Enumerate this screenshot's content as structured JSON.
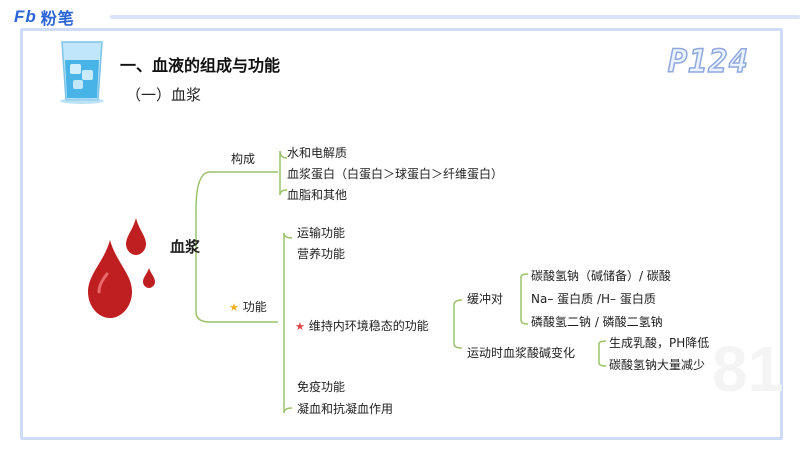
{
  "brand": {
    "logo_mark": "Fb",
    "logo_text": "粉笔"
  },
  "header": {
    "title": "一、血液的组成与功能",
    "subtitle": "（一）血浆",
    "page": "P124"
  },
  "watermark": "81",
  "mindmap": {
    "root": "血浆",
    "composition": {
      "label": "构成",
      "items": [
        "水和电解质",
        "血浆蛋白（白蛋白＞球蛋白＞纤维蛋白）",
        "血脂和其他"
      ]
    },
    "function": {
      "star": "★",
      "label": "功能",
      "items_top": [
        "运输功能",
        "营养功能"
      ],
      "homeostasis": {
        "star": "★",
        "label": "维持内环境稳态的功能",
        "buffer": {
          "label": "缓冲对",
          "items": [
            "碳酸氢钠（碱储备）/ 碳酸",
            "Na– 蛋白质 /H– 蛋白质",
            "磷酸氢二钠 / 磷酸二氢钠"
          ]
        },
        "exercise": {
          "label": "运动时血浆酸碱变化",
          "items": [
            "生成乳酸，PH降低",
            "碳酸氢钠大量减少"
          ]
        }
      },
      "items_bottom": [
        "免疫功能",
        "凝血和抗凝血作用"
      ]
    }
  },
  "colors": {
    "line": "#9bc26b",
    "accent": "#2c66d6",
    "frame": "#cfdcf7",
    "blood": "#c01f22"
  }
}
